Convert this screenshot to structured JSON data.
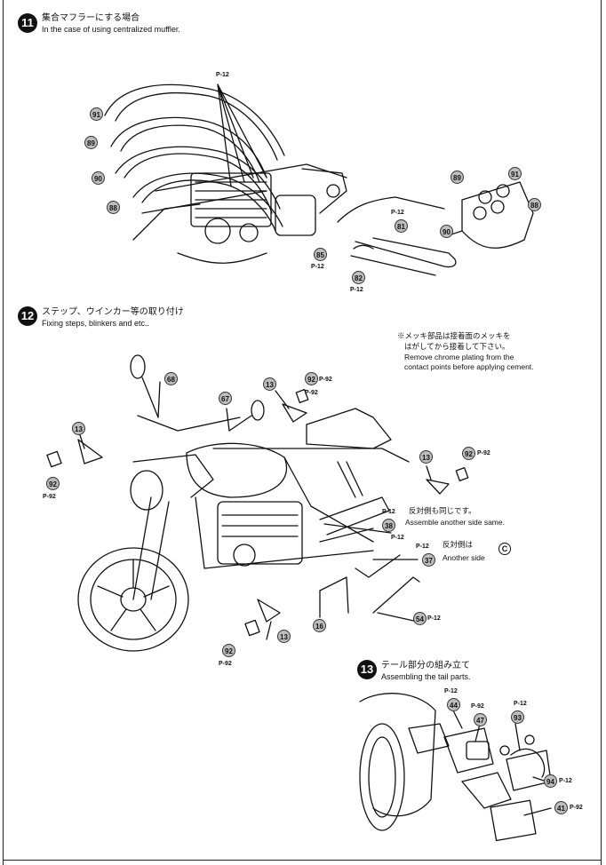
{
  "steps": [
    {
      "number": "11",
      "title_ja": "集合マフラーにする場合",
      "title_en": "In the case of using centralized muffler."
    },
    {
      "number": "12",
      "title_ja": "ステップ、ウインカー等の取り付け",
      "title_en": "Fixing steps, blinkers and etc.."
    },
    {
      "number": "13",
      "title_ja": "テール部分の組み立て",
      "title_en": "Assembling the tail parts."
    }
  ],
  "chrome_note": {
    "line1": "※メッキ部品は接着面のメッキを",
    "line2": "はがしてから接着して下さい。",
    "line3": "Remove chrome plating from the",
    "line4": "contact points before applying cement."
  },
  "callouts": {
    "same_ja": "反対側も同じです。",
    "same_en": "Assemble another side same.",
    "other_ja": "反対側は",
    "other_en": "Another side",
    "other_letter": "C"
  },
  "part_labels": [
    "91",
    "89",
    "90",
    "88",
    "85",
    "82",
    "81",
    "89",
    "91",
    "88",
    "90",
    "68",
    "67",
    "13",
    "92",
    "13",
    "92",
    "13",
    "92",
    "38",
    "37",
    "54",
    "16",
    "92",
    "13",
    "44",
    "47",
    "93",
    "94",
    "41"
  ],
  "part_refs": [
    "P-12",
    "P-12",
    "P-12",
    "P-12",
    "P-12",
    "P-92",
    "P-92",
    "P-92",
    "P-92",
    "P-12",
    "P-12",
    "P-12",
    "P-92",
    "P-12",
    "P-12",
    "P-92",
    "P-92",
    "P-12"
  ]
}
